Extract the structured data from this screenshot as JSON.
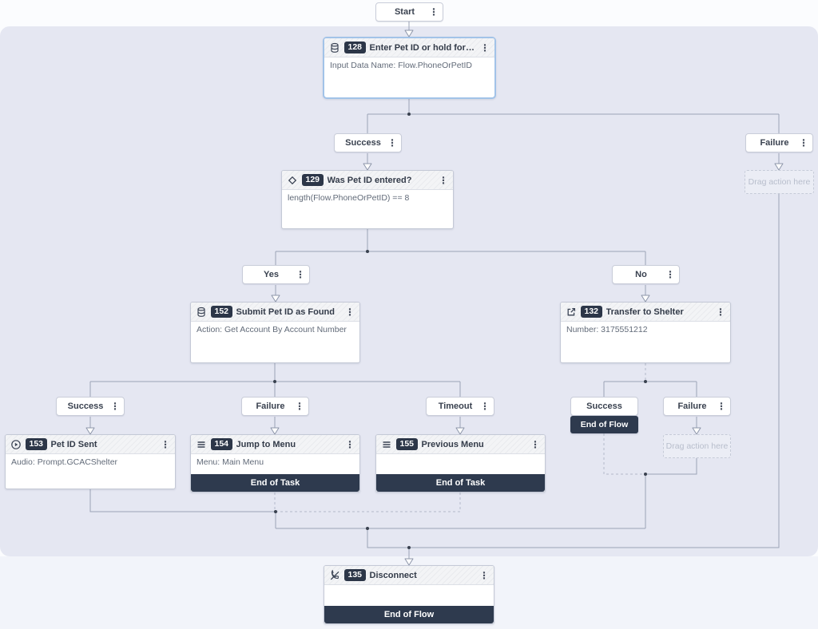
{
  "start": {
    "label": "Start"
  },
  "branches": {
    "success": "Success",
    "failure": "Failure",
    "yes": "Yes",
    "no": "No",
    "timeout": "Timeout"
  },
  "terminals": {
    "end_of_flow": "End of Flow",
    "end_of_task": "End of Task"
  },
  "placeholder": {
    "drag_action": "Drag action here"
  },
  "icons": {
    "kebab": "⋮"
  },
  "nodes": {
    "n128": {
      "id": "128",
      "title": "Enter Pet ID or hold for repres…",
      "body": "Input Data Name: Flow.PhoneOrPetID"
    },
    "n129": {
      "id": "129",
      "title": "Was Pet ID entered?",
      "body": "length(Flow.PhoneOrPetID) == 8"
    },
    "n152": {
      "id": "152",
      "title": "Submit Pet ID as Found",
      "body": "Action: Get Account By Account Number"
    },
    "n132": {
      "id": "132",
      "title": "Transfer to Shelter",
      "body": "Number: 3175551212"
    },
    "n153": {
      "id": "153",
      "title": "Pet ID Sent",
      "body": "Audio: Prompt.GCACShelter"
    },
    "n154": {
      "id": "154",
      "title": "Jump to Menu",
      "body": "Menu: Main Menu",
      "footer": "End of Task"
    },
    "n155": {
      "id": "155",
      "title": "Previous Menu",
      "body": "",
      "footer": "End of Task"
    },
    "n135": {
      "id": "135",
      "title": "Disconnect",
      "body": "",
      "footer": "End of Flow"
    }
  },
  "colors": {
    "canvas": "#e5e7f2",
    "selected_border": "#a2c3e8",
    "badge_bg": "#2c3648",
    "terminal_bg": "#2e3a4e"
  }
}
